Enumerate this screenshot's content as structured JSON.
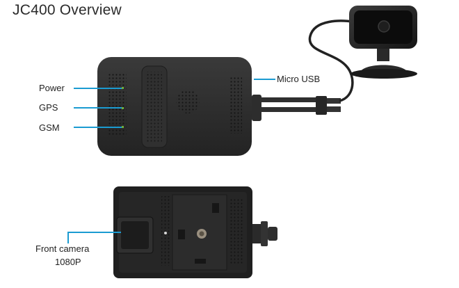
{
  "title": "JC400 Overview",
  "labels": {
    "power": "Power",
    "gps": "GPS",
    "gsm": "GSM",
    "micro_usb": "Micro USB",
    "front_camera": "Front camera",
    "front_camera_res": "1080P"
  },
  "colors": {
    "callout_line": "#1b9bd1",
    "led": "#6fae3c",
    "device_body": "#2a2a2a"
  }
}
